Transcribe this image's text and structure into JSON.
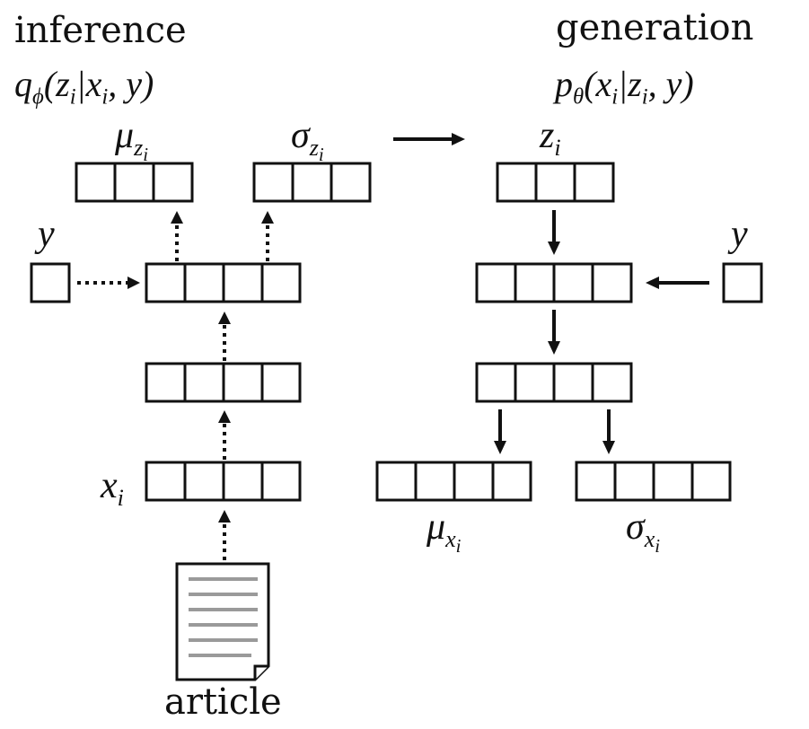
{
  "diagram": {
    "inference": {
      "title": "inference",
      "dist_func": "q",
      "dist_sub": "ϕ",
      "dist_args": "(z",
      "dist_args_sub": "i",
      "dist_args_rest": "|x",
      "dist_args_sub2": "i",
      "dist_args_end": ", y)"
    },
    "generation": {
      "title": "generation",
      "dist_func": "p",
      "dist_sub": "θ",
      "dist_args": "(x",
      "dist_args_sub": "i",
      "dist_args_rest": "|z",
      "dist_args_sub2": "i",
      "dist_args_end": ", y)"
    },
    "labels": {
      "mu_z": {
        "symbol": "μ",
        "sub": "z",
        "subsub": "i"
      },
      "sigma_z": {
        "symbol": "σ",
        "sub": "z",
        "subsub": "i"
      },
      "z_i": {
        "symbol": "z",
        "sub": "i"
      },
      "y_left": "y",
      "y_right": "y",
      "x_i": {
        "symbol": "x",
        "sub": "i"
      },
      "mu_x": {
        "symbol": "μ",
        "sub": "x",
        "subsub": "i"
      },
      "sigma_x": {
        "symbol": "σ",
        "sub": "x",
        "subsub": "i"
      },
      "article": "article"
    }
  }
}
